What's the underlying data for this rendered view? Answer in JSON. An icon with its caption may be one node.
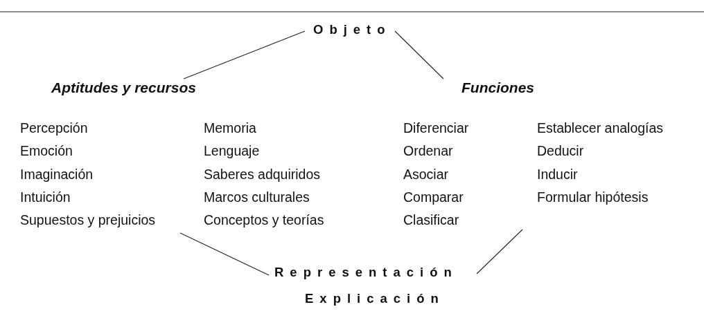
{
  "diagram": {
    "nodes": [
      {
        "text": [
          "Objeto"
        ]
      },
      {
        "text": [
          "Aptitudes y recursos",
          "Percepción",
          "Emoción",
          "Imaginación",
          "Intuición",
          "Supuestos y prejuicios",
          "Memoria",
          "Lenguaje",
          "Saberes adquiridos",
          "Marcos culturales",
          "Conceptos y teorías"
        ]
      },
      {
        "text": [
          "Funciones",
          "Diferenciar",
          "Ordenar",
          "Asociar",
          "Comparar",
          "Clasificar",
          "Establecer analogías",
          "Deducir",
          "Inducir",
          "Formular hipótesis"
        ]
      },
      {
        "text": [
          "Representación",
          "Explicación"
        ]
      }
    ],
    "edges": [
      {
        "from": 0,
        "to": 1,
        "arrow": "none"
      },
      {
        "from": 0,
        "to": 2,
        "arrow": "none"
      },
      {
        "from": 1,
        "to": 3,
        "arrow": "none"
      },
      {
        "from": 2,
        "to": 3,
        "arrow": "none"
      }
    ]
  }
}
